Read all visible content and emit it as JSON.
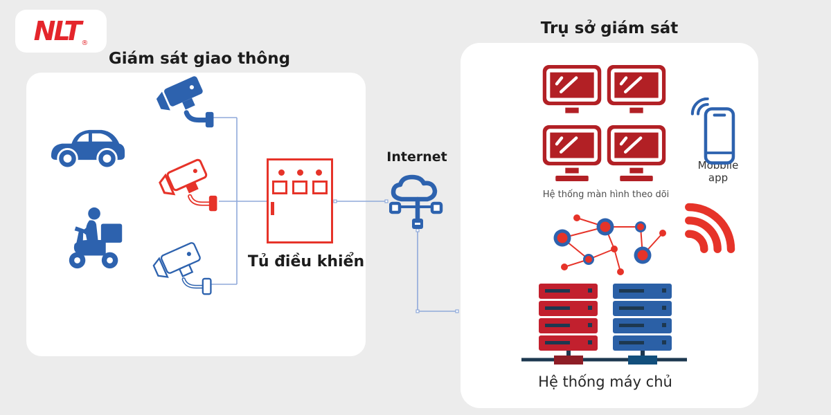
{
  "logo": {
    "text": "NLT",
    "registered": "®"
  },
  "left_section": {
    "title": "Giám sát giao thông",
    "cabinet_label": "Tủ điều khiển"
  },
  "connection": {
    "internet_label": "Internet"
  },
  "right_section": {
    "title": "Trụ sở giám sát",
    "monitors_label": "Hệ thống màn hình theo dõi",
    "mobile_label": "Mobbile app",
    "servers_label": "Hệ thống máy chủ"
  },
  "icons": {
    "left_panel": [
      "cctv-camera-filled-icon",
      "car-icon",
      "cctv-camera-red-icon",
      "delivery-scooter-icon",
      "cctv-camera-outline-icon",
      "control-cabinet-icon"
    ],
    "middle": [
      "cloud-network-icon"
    ],
    "right_panel": [
      "monitor-icon",
      "smartphone-icon",
      "network-graph-icon",
      "wifi-signal-icon",
      "server-rack-red-icon",
      "server-rack-blue-icon"
    ]
  },
  "colors": {
    "background": "#ececec",
    "panel": "#ffffff",
    "logo_red": "#e4252b",
    "icon_blue": "#2d62ae",
    "bright_red": "#e63329",
    "monitor_red": "#b22025",
    "server_red": "#c2202e",
    "server_blue": "#2b60a6",
    "server_dark": "#1d3850",
    "connector_red": "#8e1d26",
    "connector_blue": "#124f7c",
    "line_blue": "#8fa9da",
    "text_dark": "#1c1c1c",
    "text_gray": "#4c4c4c"
  }
}
